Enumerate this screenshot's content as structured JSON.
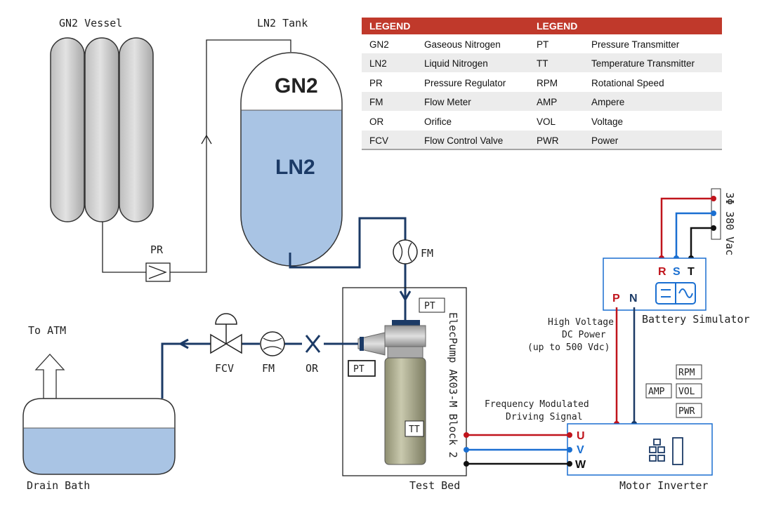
{
  "labels": {
    "gn2_vessel": "GN2 Vessel",
    "ln2_tank": "LN2 Tank",
    "tank_gn2": "GN2",
    "tank_ln2": "LN2",
    "pr": "PR",
    "fm_top": "FM",
    "pt_top": "PT",
    "pt_left": "PT",
    "tt": "TT",
    "pump_name": "ElecPump AK03-M Block 2",
    "test_bed": "Test Bed",
    "fcv": "FCV",
    "fm_bottom": "FM",
    "or": "OR",
    "to_atm": "To ATM",
    "drain_bath": "Drain Bath",
    "power_supply": "3Φ 380 Vac",
    "r": "R",
    "s": "S",
    "t": "T",
    "p": "P",
    "n": "N",
    "battery_sim": "Battery Simulator",
    "hv_line1": "High Voltage",
    "hv_line2": "DC Power",
    "hv_line3": "(up to 500 Vdc)",
    "fm_sig_line1": "Frequency Modulated",
    "fm_sig_line2": "Driving Signal",
    "u": "U",
    "v": "V",
    "w": "W",
    "motor_inverter": "Motor Inverter",
    "rpm": "RPM",
    "amp": "AMP",
    "vol": "VOL",
    "pwr": "PWR"
  },
  "legend": {
    "header_left": "LEGEND",
    "header_right": "LEGEND",
    "rows": [
      {
        "a": "GN2",
        "b": "Gaseous Nitrogen",
        "c": "PT",
        "d": "Pressure Transmitter"
      },
      {
        "a": "LN2",
        "b": "Liquid Nitrogen",
        "c": "TT",
        "d": "Temperature Transmitter"
      },
      {
        "a": "PR",
        "b": "Pressure Regulator",
        "c": "RPM",
        "d": "Rotational Speed"
      },
      {
        "a": "FM",
        "b": "Flow Meter",
        "c": "AMP",
        "d": "Ampere"
      },
      {
        "a": "OR",
        "b": "Orifice",
        "c": "VOL",
        "d": "Voltage"
      },
      {
        "a": "FCV",
        "b": "Flow Control Valve",
        "c": "PWR",
        "d": "Power"
      }
    ]
  },
  "colors": {
    "pipe": "#1b3a66",
    "liquid": "#a9c4e4",
    "legend_header": "#c0392b",
    "red_wire": "#c0141c",
    "blue_wire": "#1a6fd1",
    "black_wire": "#111111",
    "pump_body": "#b8b89a"
  }
}
